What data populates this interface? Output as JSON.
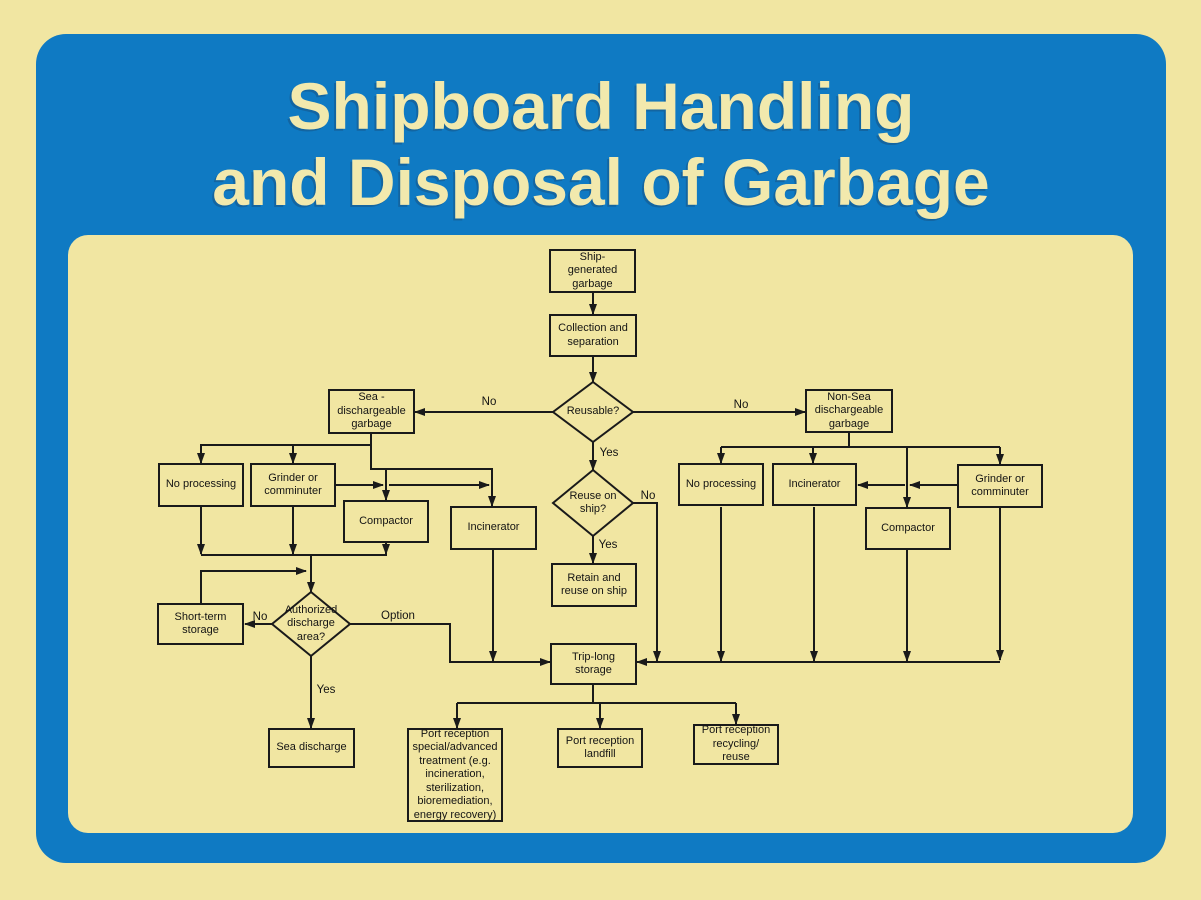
{
  "title": {
    "line1": "Shipboard Handling",
    "line2": "and Disposal of Garbage"
  },
  "colors": {
    "sign_background": "#f1e6a2",
    "panel_blue": "#0f7ac3",
    "title_text": "#f2e9ad",
    "line_color": "#1a1a1a"
  },
  "nodes": {
    "ship_generated": {
      "label": "Ship-\ngenerated\ngarbage"
    },
    "collection_separation": {
      "label": "Collection and\nseparation"
    },
    "reusable": {
      "label": "Reusable?"
    },
    "sea_dischargeable": {
      "label": "Sea -\ndischargeable\ngarbage"
    },
    "non_sea_dischargeable": {
      "label": "Non-Sea\ndischargeable\ngarbage"
    },
    "no_processing_left": {
      "label": "No processing"
    },
    "grinder_left": {
      "label": "Grinder or\ncomminuter"
    },
    "compactor_left": {
      "label": "Compactor"
    },
    "incinerator_left": {
      "label": "Incinerator"
    },
    "reuse_on_ship": {
      "label": "Reuse on\nship?"
    },
    "retain_reuse": {
      "label": "Retain and\nreuse on ship"
    },
    "no_processing_right": {
      "label": "No processing"
    },
    "incinerator_right": {
      "label": "Incinerator"
    },
    "compactor_right": {
      "label": "Compactor"
    },
    "grinder_right": {
      "label": "Grinder or\ncomminuter"
    },
    "short_term_storage": {
      "label": "Short-term\nstorage"
    },
    "authorized_discharge_area": {
      "label": "Authorized\ndischarge\narea?"
    },
    "sea_discharge": {
      "label": "Sea discharge"
    },
    "trip_long_storage": {
      "label": "Trip-long\nstorage"
    },
    "port_reception_special": {
      "label": "Port reception\nspecial/advanced\ntreatment (e.g.\nincineration,\nsterilization,\nbioremediation,\nenergy recovery)"
    },
    "port_reception_landfill": {
      "label": "Port reception\nlandfill"
    },
    "port_reception_recycling": {
      "label": "Port reception\nrecycling/\nreuse"
    }
  },
  "edge_labels": {
    "no_to_sea": "No",
    "no_to_non_sea": "No",
    "yes_reusable": "Yes",
    "no_reuse_on_ship": "No",
    "yes_reuse_on_ship": "Yes",
    "no_authorized": "No",
    "option_authorized": "Option",
    "yes_authorized": "Yes"
  }
}
